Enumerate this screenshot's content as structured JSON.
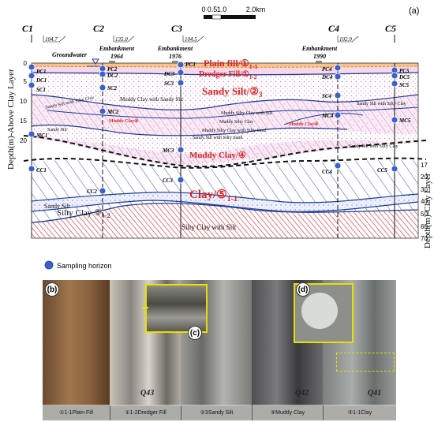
{
  "panel_a_label": "(a)",
  "panel_b_label": "(b)",
  "panel_c_label": "(c)",
  "panel_d_label": "(d)",
  "scale_ticks": [
    "0",
    "0.5",
    "1.0",
    "2.0km"
  ],
  "axis": {
    "left_label": "Depth(m)-Above Clay Layer",
    "right_label": "Depth(m)-Clay Layer",
    "left_ticks": [
      "0",
      "5",
      "10",
      "15",
      "20"
    ],
    "right_ticks": [
      "17",
      "20",
      "30",
      "40",
      "50",
      "60",
      "70"
    ]
  },
  "boreholes": [
    {
      "name": "C1",
      "elev": "104.7"
    },
    {
      "name": "C2",
      "elev": "135.0"
    },
    {
      "name": "C3",
      "elev": "104.5"
    },
    {
      "name": "C4",
      "elev": "102.9"
    },
    {
      "name": "C5",
      "elev": ""
    }
  ],
  "embankments": [
    {
      "label": "Embankment",
      "year": "1964"
    },
    {
      "label": "Embankment",
      "year": "1976"
    },
    {
      "label": "Embankment",
      "year": "1990"
    }
  ],
  "groundwater_label": "Groundwater",
  "samples": {
    "PC1": "PC1",
    "PC2": "PC2",
    "PC3": "PC3",
    "PC4": "PC4",
    "PC5": "PC5",
    "DC1": "DC1",
    "DC2": "DC2",
    "DC3": "DC3",
    "DC4": "DC4",
    "DC5": "DC5",
    "SC1": "SC1",
    "SC2": "SC2",
    "SC3": "SC3",
    "SC4": "SC4",
    "SC5": "SC5",
    "MC1": "MC1",
    "MC2": "MC2",
    "MC3": "MC3",
    "MC4": "MC4",
    "MC5": "MC5",
    "CC1": "CC1",
    "CC2": "CC2",
    "CC3": "CC3",
    "CC4": "CC4",
    "CC5": "CC5"
  },
  "layers": {
    "plain_fill": "Plain fill/①",
    "plain_fill_sub": "1-1",
    "dredger_fill": "Dredger Fill/①",
    "dredger_fill_sub": "1-2",
    "sandy_silt": "Sandy Silt/②",
    "sandy_silt_sub": "3",
    "muddy_clay": "Muddy Clay/④",
    "clay": "Clay/⑤",
    "clay_sub": "1-1",
    "silty_clay": "Silty Clay ⑤",
    "silty_clay_sub": "1-2"
  },
  "annotations": {
    "sandy_silt_with_silty_clay_1": "Sandy Silt with Silty Clay",
    "sandy_silt_with_silty_clay_2": "Sandy Silt with Silty Clay",
    "sandy_silt_with_silty_clay_3": "Sandy Silt with Silty Clay",
    "muddy_clay_with_sandy_silt": "Muddy Clay with Sandy Silt",
    "muddy_silty_clay_with_silt": "Muddy Silty Clay with Silt",
    "muddy_silty_clay": "Muddy Silty Clay",
    "muddy_silty_clay_with_silty_sand": "Muddy Silty Clay with Silty Sand",
    "sandy_silt_with_silty_sand": "Sandy Silt with Silty Sand",
    "muddy_clay_4a": "Muddy Clay④",
    "muddy_clay_4b": "Muddy Clay④",
    "sandy_silt_1": "Sandy Silt",
    "sandy_silt_2": "Sandy Silt",
    "silty_clay_with_silt": "Silty Clay with Silt"
  },
  "legend": {
    "sampling_horizon": "Sampling horizon"
  },
  "photo": {
    "captions": [
      "①1-1Plain Fill",
      "①1-2Dredger Fill",
      "②3Sandy Silt",
      "④Muddy Clay",
      "⑤1-1Clay"
    ],
    "ages": [
      "Q43",
      "Q42",
      "Q41"
    ]
  },
  "colors": {
    "sample_marker": "#3a62c9",
    "red_text": "#e02020",
    "clay_hatch": "#3a4fc9",
    "silty_hatch": "#e23030",
    "sandy_dots": "#e878b0",
    "zoom_frame": "#e8e000"
  }
}
